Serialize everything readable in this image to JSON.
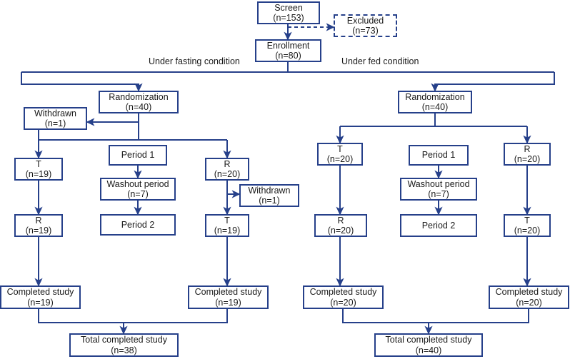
{
  "figure": {
    "type": "flow-diagram",
    "title": "CONSORT-style participant flow diagram for a two-period crossover bioequivalence study",
    "line_color": "#26408a",
    "text_color": "#1a1a1a",
    "background": "#ffffff"
  },
  "captions": {
    "fasting": "Under fasting condition",
    "fed": "Under fed condition"
  },
  "nodes": {
    "screen": {
      "line1": "Screen",
      "line2": "(n=153)"
    },
    "excluded": {
      "line1": "Excluded",
      "line2": "(n=73)"
    },
    "enrollment": {
      "line1": "Enrollment",
      "line2": "(n=80)"
    },
    "rand_fasting": {
      "line1": "Randomization",
      "line2": "(n=40)"
    },
    "withdrawn_fasting": {
      "line1": "Withdrawn",
      "line2": "(n=1)"
    },
    "fast_t1": {
      "line1": "T",
      "line2": "(n=19)"
    },
    "fast_r2": {
      "line1": "R",
      "line2": "(n=19)"
    },
    "fast_period1": {
      "line1": "Period 1",
      "line2": ""
    },
    "fast_washout": {
      "line1": "Washout period",
      "line2": "(n=7)"
    },
    "fast_period2": {
      "line1": "Period 2",
      "line2": ""
    },
    "fast_r1": {
      "line1": "R",
      "line2": "(n=20)"
    },
    "withdrawn_fast_r": {
      "line1": "Withdrawn",
      "line2": "(n=1)"
    },
    "fast_t2": {
      "line1": "T",
      "line2": "(n=19)"
    },
    "fast_comp_left": {
      "line1": "Completed study",
      "line2": "(n=19)"
    },
    "fast_comp_right": {
      "line1": "Completed study",
      "line2": "(n=19)"
    },
    "fast_total": {
      "line1": "Total completed study",
      "line2": "(n=38)"
    },
    "rand_fed": {
      "line1": "Randomization",
      "line2": "(n=40)"
    },
    "fed_t1": {
      "line1": "T",
      "line2": "(n=20)"
    },
    "fed_r2": {
      "line1": "R",
      "line2": "(n=20)"
    },
    "fed_period1": {
      "line1": "Period 1",
      "line2": ""
    },
    "fed_washout": {
      "line1": "Washout period",
      "line2": "(n=7)"
    },
    "fed_period2": {
      "line1": "Period 2",
      "line2": ""
    },
    "fed_r1": {
      "line1": "R",
      "line2": "(n=20)"
    },
    "fed_t2": {
      "line1": "T",
      "line2": "(n=20)"
    },
    "fed_comp_left": {
      "line1": "Completed study",
      "line2": "(n=20)"
    },
    "fed_comp_right": {
      "line1": "Completed study",
      "line2": "(n=20)"
    },
    "fed_total": {
      "line1": "Total completed study",
      "line2": "(n=40)"
    }
  },
  "counts": {
    "screened": 153,
    "excluded": 73,
    "enrolled": 80,
    "randomized_fasting": 40,
    "randomized_fed": 40,
    "withdrawn_fasting_total": 2,
    "completed_fasting": 38,
    "completed_fed": 40
  }
}
